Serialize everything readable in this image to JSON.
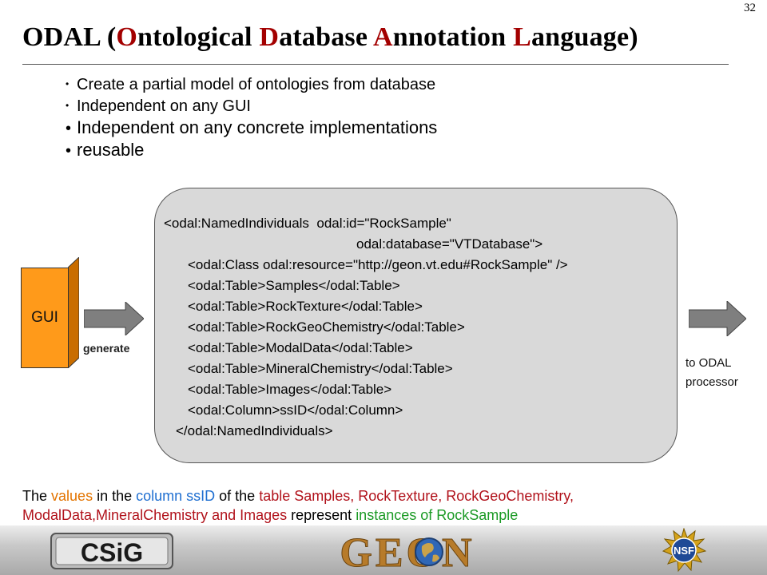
{
  "slide_number": "32",
  "title": {
    "segments": [
      {
        "text": "ODAL (",
        "highlight": false
      },
      {
        "text": "O",
        "highlight": true
      },
      {
        "text": "ntological ",
        "highlight": false
      },
      {
        "text": "D",
        "highlight": true
      },
      {
        "text": "atabase ",
        "highlight": false
      },
      {
        "text": "A",
        "highlight": true
      },
      {
        "text": "nnotation ",
        "highlight": false
      },
      {
        "text": "L",
        "highlight": true
      },
      {
        "text": "anguage)",
        "highlight": false
      }
    ]
  },
  "bullets": [
    {
      "text": "Create a partial model of ontologies from database",
      "size": "small"
    },
    {
      "text": "Independent on any GUI",
      "size": "small"
    },
    {
      "text": "Independent on any concrete implementations",
      "size": "big"
    },
    {
      "text": "reusable",
      "size": "big"
    }
  ],
  "diagram": {
    "gui_label": "GUI",
    "generate_label": "generate",
    "processor_label": [
      "to ODAL",
      "processor"
    ],
    "code_lines": [
      "<odal:NamedIndividuals  odal:id=\"RockSample\"",
      "odal:database=\"VTDatabase\">",
      "<odal:Class odal:resource=\"http://geon.vt.edu#RockSample\" />",
      "<odal:Table>Samples</odal:Table>",
      "<odal:Table>RockTexture</odal:Table>",
      "<odal:Table>RockGeoChemistry</odal:Table>",
      "<odal:Table>ModalData</odal:Table>",
      "<odal:Table>MineralChemistry</odal:Table>",
      "<odal:Table>Images</odal:Table>",
      "<odal:Column>ssID</odal:Column>",
      "</odal:NamedIndividuals>"
    ]
  },
  "footnote": {
    "line1": [
      {
        "text": "The ",
        "color": "black"
      },
      {
        "text": "values",
        "color": "orange"
      },
      {
        "text": " in the ",
        "color": "black"
      },
      {
        "text": "column ssID",
        "color": "blue"
      },
      {
        "text": " of the ",
        "color": "black"
      },
      {
        "text": "table Samples, RockTexture, RockGeoChemistry,",
        "color": "red"
      }
    ],
    "line2": [
      {
        "text": "ModalData,MineralChemistry  and Images",
        "color": "red"
      },
      {
        "text": " represent ",
        "color": "black"
      },
      {
        "text": "instances of RockSample",
        "color": "green"
      }
    ]
  },
  "logos": {
    "csig": "CSiG",
    "geon": "GEON",
    "nsf": "NSF"
  },
  "colors": {
    "title_highlight": "#a30000",
    "gui_box": "#ff9a1a",
    "code_box": "#d9d9d9",
    "arrow": "#7f7f7f",
    "orange": "#e37400",
    "blue": "#1f6fd1",
    "red": "#b1121b",
    "green": "#1b9a25"
  }
}
